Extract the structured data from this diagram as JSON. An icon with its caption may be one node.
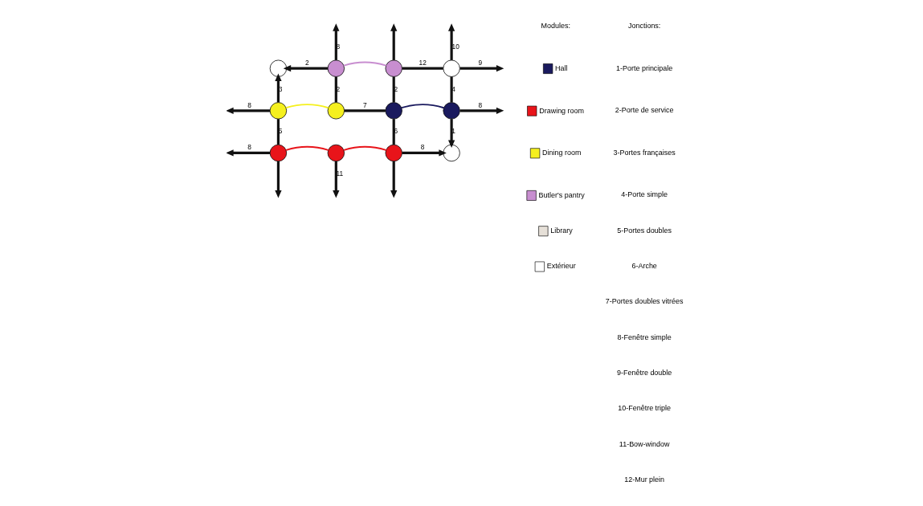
{
  "diagram": {
    "nodes": [
      {
        "text": [],
        "shape": "circle"
      },
      {
        "text": [],
        "shape": "circle"
      },
      {
        "text": [],
        "shape": "circle"
      },
      {
        "text": [],
        "shape": "circle"
      },
      {
        "text": [],
        "shape": "circle"
      },
      {
        "text": [],
        "shape": "circle"
      },
      {
        "text": [],
        "shape": "circle"
      },
      {
        "text": [],
        "shape": "circle"
      },
      {
        "text": [],
        "shape": "circle"
      },
      {
        "text": [],
        "shape": "circle"
      },
      {
        "text": [],
        "shape": "circle"
      },
      {
        "text": [],
        "shape": "circle"
      }
    ],
    "edges": [
      {
        "from": 1,
        "to": null,
        "arrow": "to",
        "label": "8"
      },
      {
        "from": 2,
        "to": null,
        "arrow": "to"
      },
      {
        "from": 3,
        "to": null,
        "arrow": "to",
        "label": "9"
      },
      {
        "from": 1,
        "to": 0,
        "arrow": "to",
        "label": "2"
      },
      {
        "from": 1,
        "to": 2,
        "arrow": "none",
        "color": "#c88ed0"
      },
      {
        "from": 2,
        "to": 3,
        "arrow": "none",
        "label": "12"
      },
      {
        "from": 3,
        "to": null,
        "arrow": "to",
        "label": "10"
      },
      {
        "from": 4,
        "to": 0,
        "arrow": "to",
        "label": "3"
      },
      {
        "from": 1,
        "to": 5,
        "arrow": "none",
        "label": "2"
      },
      {
        "from": 2,
        "to": 6,
        "arrow": "none",
        "label": "2"
      },
      {
        "from": 3,
        "to": 7,
        "arrow": "none",
        "label": "4"
      },
      {
        "from": 4,
        "to": null,
        "arrow": "to",
        "label": "8"
      },
      {
        "from": 4,
        "to": 5,
        "arrow": "none",
        "color": "#f5f01e"
      },
      {
        "from": 5,
        "to": 6,
        "arrow": "none",
        "label": "7"
      },
      {
        "from": 6,
        "to": 7,
        "arrow": "none",
        "color": "#1a1a5e"
      },
      {
        "from": 7,
        "to": null,
        "arrow": "to",
        "label": "8"
      },
      {
        "from": 7,
        "to": 11,
        "arrow": "to",
        "label": "1"
      },
      {
        "from": 4,
        "to": 8,
        "arrow": "none",
        "label": "5"
      },
      {
        "from": 6,
        "to": 10,
        "arrow": "none",
        "label": "6"
      },
      {
        "from": 8,
        "to": null,
        "arrow": "to",
        "label": "8"
      },
      {
        "from": 8,
        "to": 9,
        "arrow": "none",
        "color": "#e8141a"
      },
      {
        "from": 9,
        "to": 10,
        "arrow": "none",
        "color": "#e8141a"
      },
      {
        "from": 10,
        "to": 11,
        "arrow": "to",
        "label": "8"
      },
      {
        "from": 8,
        "to": null,
        "arrow": "to"
      },
      {
        "from": 9,
        "to": null,
        "arrow": "to",
        "label": "11"
      },
      {
        "from": 10,
        "to": null,
        "arrow": "to"
      }
    ],
    "labels": [
      "Modules:",
      "Jonctions:",
      "1-Porte principale",
      "2-Porte de service",
      "3-Portes françaises",
      "4-Porte simple",
      "5-Portes doubles",
      "6-Arche",
      "7-Portes doubles vitrées",
      "8-Fenêtre simple",
      "9-Fenêtre double",
      "10-Fenêtre triple",
      "11-Bow-window",
      "12-Mur plein"
    ],
    "legend": [
      {
        "text": "Hall",
        "color": "#1a1a5e"
      },
      {
        "text": "Drawing room",
        "color": "#e8141a"
      },
      {
        "text": "Dining room",
        "color": "#f5f01e"
      },
      {
        "text": "Butler's pantry",
        "color": "#c88ed0"
      },
      {
        "text": "Library",
        "color": "#e6e0d8"
      },
      {
        "text": "Extérieur",
        "color": "#ffffff"
      }
    ]
  }
}
